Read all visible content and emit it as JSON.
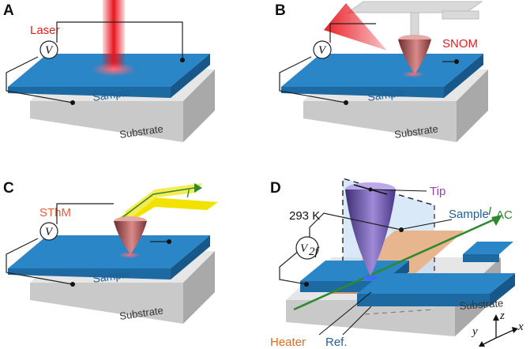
{
  "panels": [
    {
      "letter": "A",
      "probe": "Laser",
      "sample": "Sample",
      "substrate": "Substrate",
      "meter": "V"
    },
    {
      "letter": "B",
      "probe": "SNOM",
      "sample": "Sample",
      "substrate": "Substrate",
      "meter": "V"
    },
    {
      "letter": "C",
      "probe": "SThM",
      "current": "I",
      "sample": "Sample",
      "substrate": "Substrate",
      "meter": "V"
    },
    {
      "letter": "D",
      "tip": "Tip",
      "temperature": "293 K",
      "sample": "Sample",
      "current": "I",
      "current_sub": "AC",
      "meter": "V",
      "meter_sub": "2f",
      "substrate": "Substrate",
      "heater": "Heater",
      "ref": "Ref.",
      "axes": {
        "x": "x",
        "y": "y",
        "z": "z"
      }
    }
  ],
  "colors": {
    "sample": "#2a86c6",
    "substrate": "#cfcfcf",
    "laser": "#e8141c",
    "probe_label": "#e02020",
    "sthm_label": "#e0603a",
    "tip_label": "#9a3fb0",
    "heater": "#e7b58e",
    "current_arrow": "#2f8a2f",
    "heater_label": "#e06a1a",
    "ref_label": "#2b5f8e"
  }
}
